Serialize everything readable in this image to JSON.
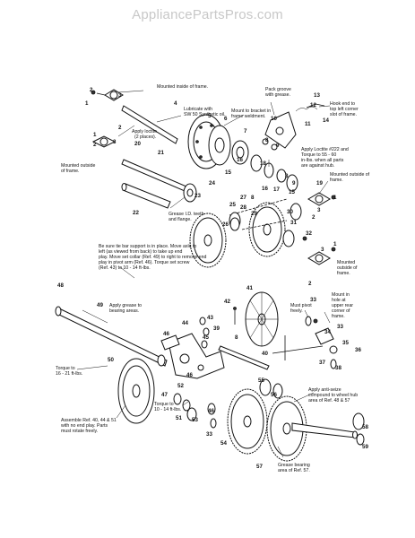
{
  "watermark": "AppliancePartsPros.com",
  "notes": {
    "mounted_inside": "Mounted inside of frame.",
    "lubricate_1": "Lubricate with",
    "lubricate_2": "SW 50 Synthetic oil.",
    "apply_loctite_1": "Apply loctite",
    "apply_loctite_2": "(2 places).",
    "mount_bracket_1": "Mount to bracket in",
    "mount_bracket_2": "frame weldment.",
    "pack_groove_1": "Pack groove",
    "pack_groove_2": "with grease.",
    "hook_1": "Hook end to",
    "hook_2": "top left corner",
    "hook_3": "slot of frame.",
    "loctite222_1": "Apply Loctite #222 and",
    "loctite222_2": "Torque to 55 - 60",
    "loctite222_3": "in-lbs. when all parts",
    "loctite222_4": "are against hub.",
    "mounted_outside_left_1": "Mounted outside",
    "mounted_outside_left_2": "of frame.",
    "mounted_outside_right_1": "Mounted outside of",
    "mounted_outside_right_2": "frame.",
    "mounted_outside_mid_1": "Mounted",
    "mounted_outside_mid_2": "outside of",
    "mounted_outside_mid_3": "frame.",
    "grease_id_1": "Grease I.D. teeth",
    "grease_id_2": "and flange.",
    "bar_support_1": "Be sure tie bar support is in place. Move axle to",
    "bar_support_2": "left (as viewed from back) to take up end",
    "bar_support_3": "play. Move set collar (Ref. 49) to right to remove end",
    "bar_support_4": "play in pivot arm (Ref. 46). Torque set screw",
    "bar_support_5": "(Ref. 43) to 10 - 14 ft-lbs.",
    "apply_grease_1": "Apply grease to",
    "apply_grease_2": "bearing areas.",
    "must_pivot_1": "Must pivot",
    "must_pivot_2": "freely.",
    "mount_hole_1": "Mount in",
    "mount_hole_2": "hole at",
    "mount_hole_3": "upper rear",
    "mount_hole_4": "corner of",
    "mount_hole_5": "frame.",
    "torque_16_1": "Torque to",
    "torque_16_2": "16 - 21 ft-lbs.",
    "torque_10_1": "Torque to",
    "torque_10_2": "10 - 14 ft-lbs.",
    "assemble_1": "Assemble Ref. 40, 44 & 51",
    "assemble_2": "with no end play. Parts",
    "assemble_3": "must rotate freely.",
    "anti_seize_1": "Apply anti-seize",
    "anti_seize_2": "compound to wheel hub",
    "anti_seize_3": "area of Ref. 48 & 57",
    "grease_bearing_1": "Grease bearing",
    "grease_bearing_2": "area of Ref. 57."
  },
  "part_numbers": [
    "1",
    "2",
    "3",
    "4",
    "5",
    "6",
    "7",
    "8",
    "9",
    "10",
    "11",
    "12",
    "13",
    "14",
    "15",
    "16",
    "17",
    "18",
    "19",
    "20",
    "21",
    "22",
    "23",
    "24",
    "25",
    "26",
    "27",
    "28",
    "29",
    "30",
    "31",
    "32",
    "33",
    "34",
    "35",
    "36",
    "37",
    "38",
    "39",
    "40",
    "41",
    "42",
    "43",
    "44",
    "45",
    "46",
    "47",
    "48",
    "49",
    "50",
    "51",
    "52",
    "53",
    "54",
    "55",
    "56",
    "57",
    "58",
    "59"
  ]
}
